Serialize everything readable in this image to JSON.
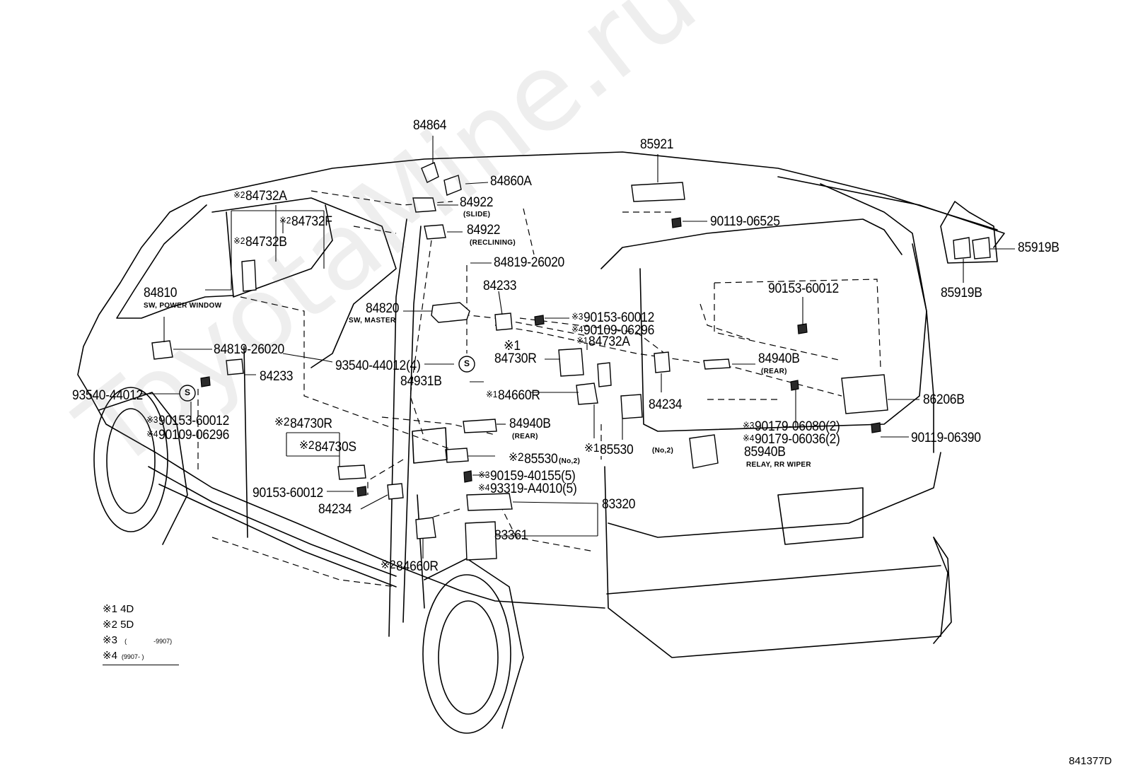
{
  "catalog_number": "841377D",
  "watermark": "ToyotaMine.ru",
  "parts": {
    "p84864": "84864",
    "p84860A": "84860A",
    "p84922_slide": "84922",
    "sub_slide": "(SLIDE)",
    "p84922_recl": "84922",
    "sub_recl": "(RECLINING)",
    "p84819_a": "84819-26020",
    "p84233_a": "84233",
    "p84820": "84820",
    "sub_master": "SW, MASTER",
    "p84732A_top": "84732A",
    "p84732F": "84732F",
    "p84732B": "84732B",
    "p84810": "84810",
    "sub_pw": "SW, POWER WINDOW",
    "p84819_b": "84819-26020",
    "p93540_4": "93540-44012(4)",
    "p93540": "93540-44012",
    "p84233_b": "84233",
    "p90153_left": "90153-60012",
    "p90109_left": "90109-06296",
    "p84730R_2": "84730R",
    "p84730S": "84730S",
    "p90153_bottom": "90153-60012",
    "p84234_left": "84234",
    "p84660R_2": "84660R",
    "p90153_mid": "90153-60012",
    "p90109_mid": "90109-06296",
    "p84732A_1": "84732A",
    "p84730R_1": "84730R",
    "p84931B": "84931B",
    "p84660R_1": "84660R",
    "p84940B_mid": "84940B",
    "sub_rear_mid": "(REAR)",
    "p85530_2": "85530",
    "sub_no2_a": "(No,2)",
    "p90159": "90159-40155(5)",
    "p93319": "93319-A4010(5)",
    "p83320": "83320",
    "p83361": "83361",
    "p85530_1": "85530",
    "sub_no2_b": "(No,2)",
    "p85921": "85921",
    "p90119_top": "90119-06525",
    "p85919B_right": "85919B",
    "p85919B_bottom": "85919B",
    "p90153_right": "90153-60012",
    "p84940B_right": "84940B",
    "sub_rear_right": "(REAR)",
    "p84234_right": "84234",
    "p86206B": "86206B",
    "p90179_a": "90179-06080(2)",
    "p90179_b": "90179-06036(2)",
    "p85940B": "85940B",
    "sub_relay": "RELAY, RR WIPER",
    "p90119_right": "90119-06390"
  },
  "marks": {
    "m1": "※1",
    "m2": "※2",
    "m3": "※3",
    "m4": "※4",
    "s_symbol": "S"
  },
  "legend": [
    {
      "mark": "※1",
      "text": "4D",
      "note": ""
    },
    {
      "mark": "※2",
      "text": "5D",
      "note": ""
    },
    {
      "mark": "※3",
      "text": "(",
      "note": "-9907)"
    },
    {
      "mark": "※4",
      "text": "",
      "note": "(9907-        )"
    }
  ]
}
